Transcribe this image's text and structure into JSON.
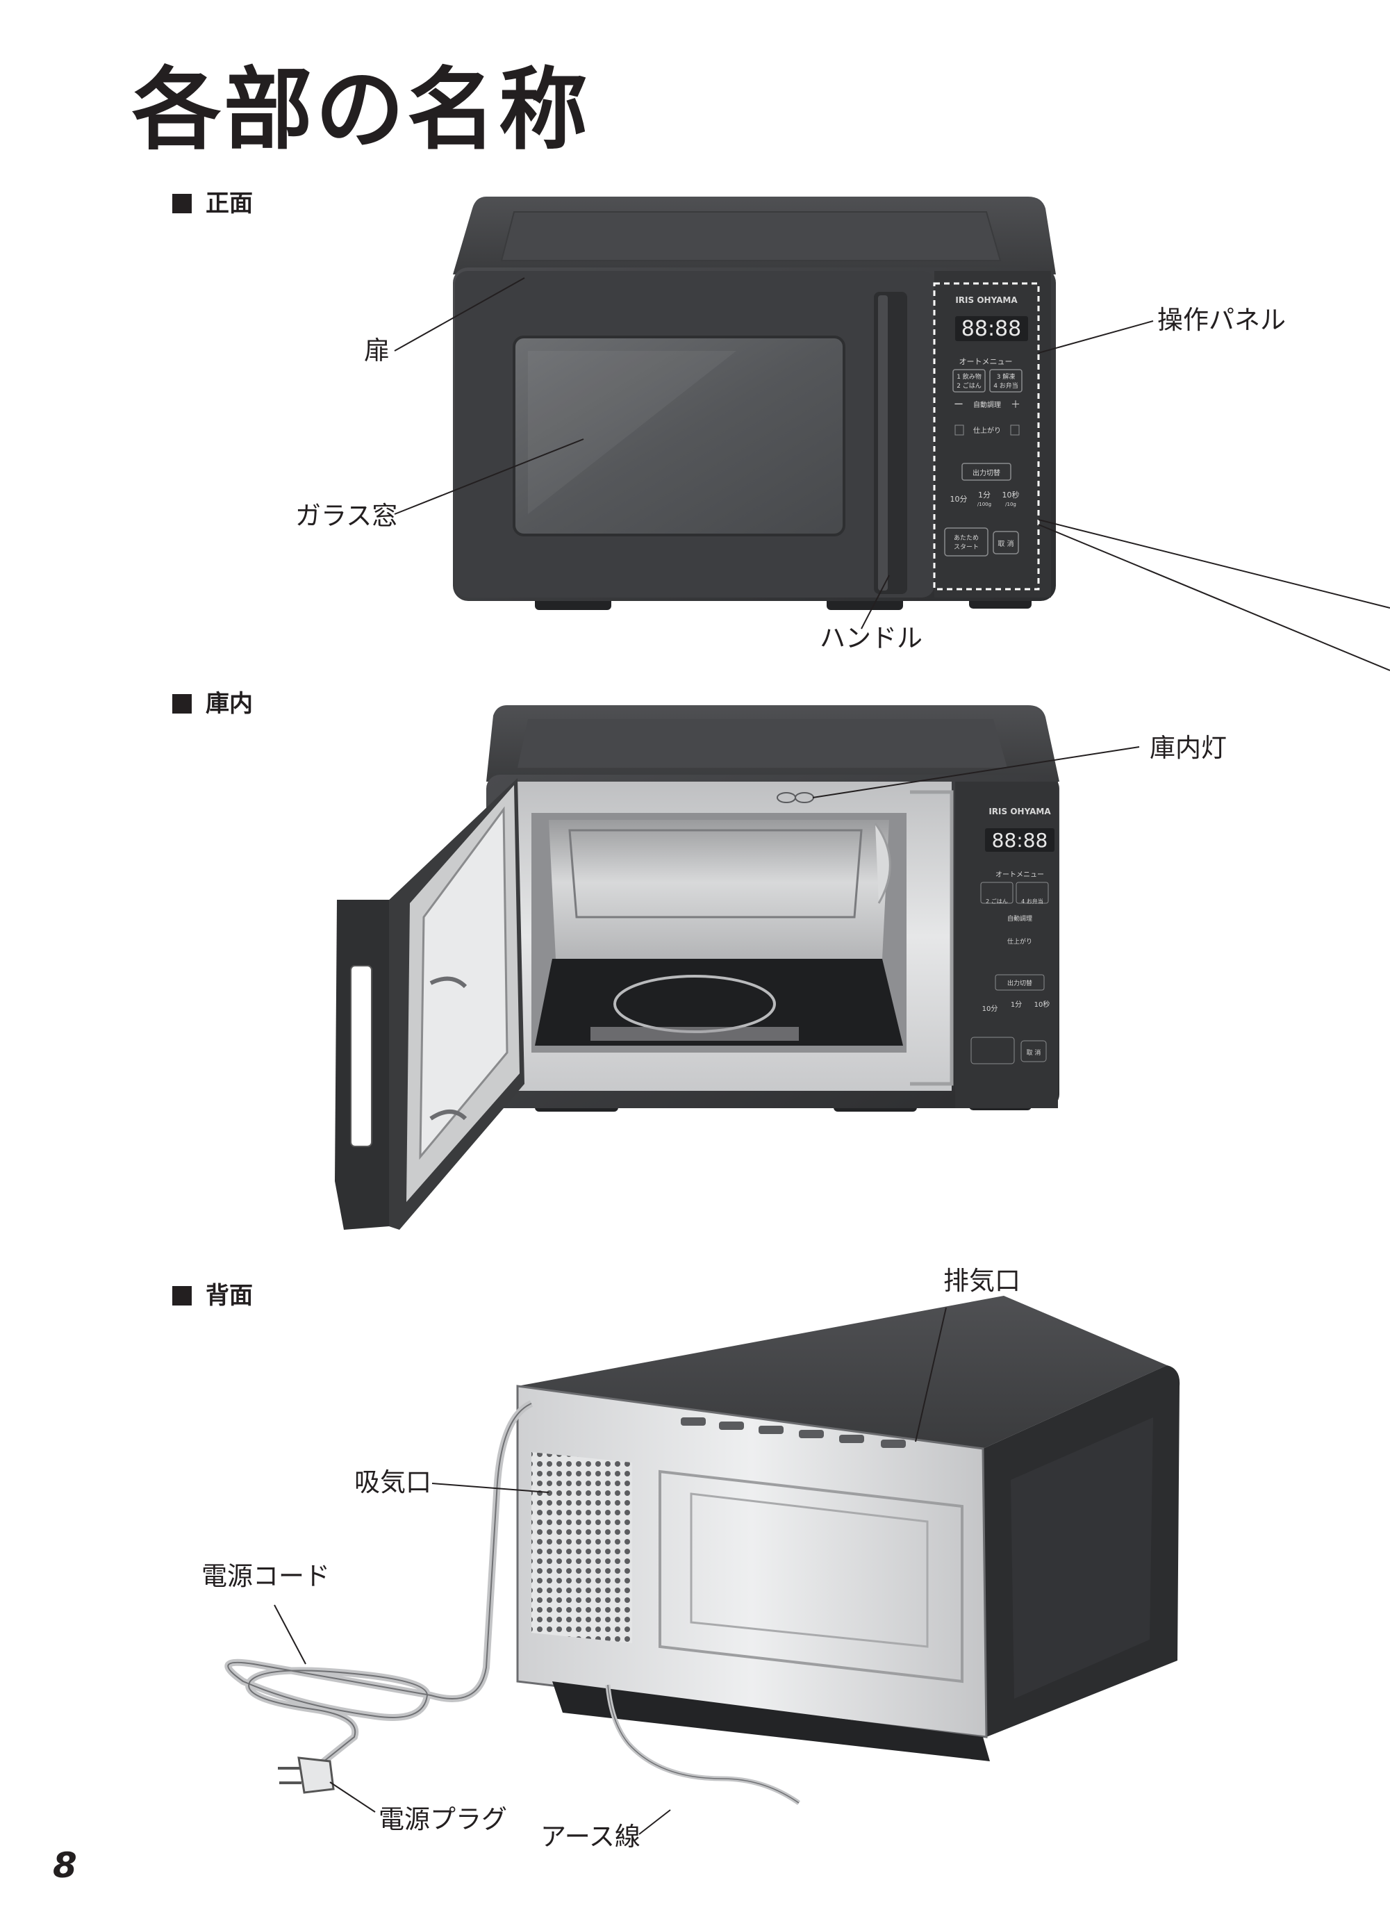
{
  "page": {
    "title": "各部の名称",
    "number": "8"
  },
  "sections": {
    "front": "正面",
    "interior": "庫内",
    "back": "背面"
  },
  "labels": {
    "door": "扉",
    "glass_window": "ガラス窓",
    "handle": "ハンドル",
    "control_panel": "操作パネル",
    "interior_light": "庫内灯",
    "exhaust_vent": "排気口",
    "intake_vent": "吸気口",
    "power_cord": "電源コード",
    "power_plug": "電源プラグ",
    "earth_wire": "アース線"
  },
  "panel": {
    "brand": "IRIS OHYAMA",
    "display": "88:88",
    "auto_menu": "オートメニュー",
    "menu_1": "1 飲み物",
    "menu_2": "2 ごはん",
    "menu_3": "3 解凍",
    "menu_4": "4 お弁当",
    "minus": "ー",
    "plus": "＋",
    "auto_adjust": "自動調理",
    "finish": "仕上がり",
    "power_switch": "出力切替",
    "ten_min": "10分",
    "one_min": "1分",
    "one_min_sub": "/100g",
    "ten_sec": "10秒",
    "ten_sec_sub": "/10g",
    "start": "あたため\nスタート",
    "cancel": "取 消"
  },
  "colors": {
    "body": "#3a3b3d",
    "body_dark": "#28292b",
    "window": "#57595c",
    "steel": "#d4d5d6",
    "ink": "#231f20"
  }
}
